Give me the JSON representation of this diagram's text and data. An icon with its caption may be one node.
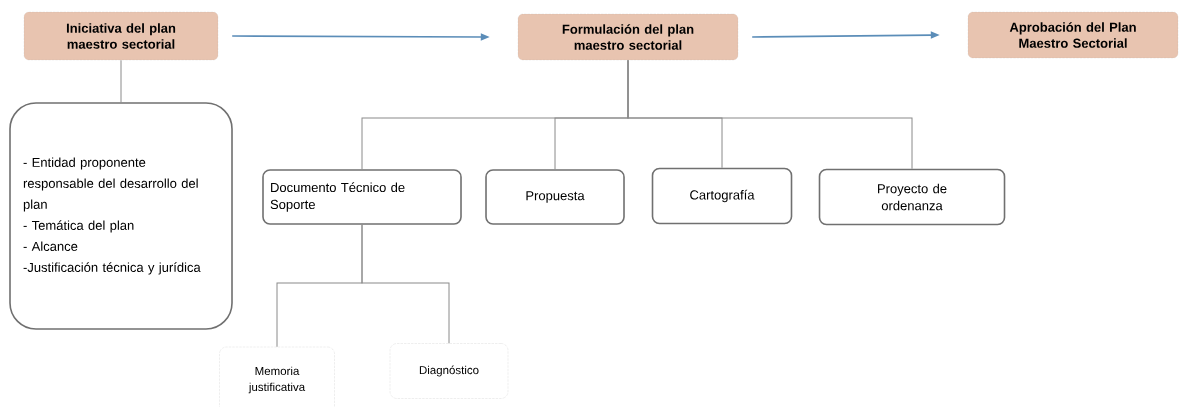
{
  "diagram": {
    "nodes": [
      {
        "text": [
          "Iniciativa del plan maestro sectorial"
        ]
      },
      {
        "text": [
          "Formulación del plan maestro sectorial"
        ]
      },
      {
        "text": [
          "Aprobación del Plan Maestro Sectorial"
        ]
      },
      {
        "text": [
          "- Entidad proponente responsable del desarrollo del plan",
          "- Temática del plan",
          "- Alcance",
          "-Justificación técnica y jurídica"
        ]
      },
      {
        "text": [
          "Documento Técnico de Soporte"
        ]
      },
      {
        "text": [
          "Propuesta"
        ]
      },
      {
        "text": [
          "Cartografía"
        ]
      },
      {
        "text": [
          "Proyecto de ordenanza"
        ]
      },
      {
        "text": [
          "Memoria justificativa"
        ]
      },
      {
        "text": [
          "Diagnóstico"
        ]
      }
    ],
    "edges": [
      {
        "from": 0,
        "to": 1,
        "arrow": "to",
        "color": "#5b8db8"
      },
      {
        "from": 1,
        "to": 2,
        "arrow": "to",
        "color": "#5b8db8"
      },
      {
        "from": 0,
        "to": 3,
        "arrow": "none"
      },
      {
        "from": 1,
        "to": 4,
        "arrow": "none"
      },
      {
        "from": 1,
        "to": 5,
        "arrow": "none"
      },
      {
        "from": 1,
        "to": 6,
        "arrow": "none"
      },
      {
        "from": 1,
        "to": 7,
        "arrow": "none"
      },
      {
        "from": 4,
        "to": 8,
        "arrow": "none"
      },
      {
        "from": 4,
        "to": 9,
        "arrow": "none"
      }
    ]
  }
}
